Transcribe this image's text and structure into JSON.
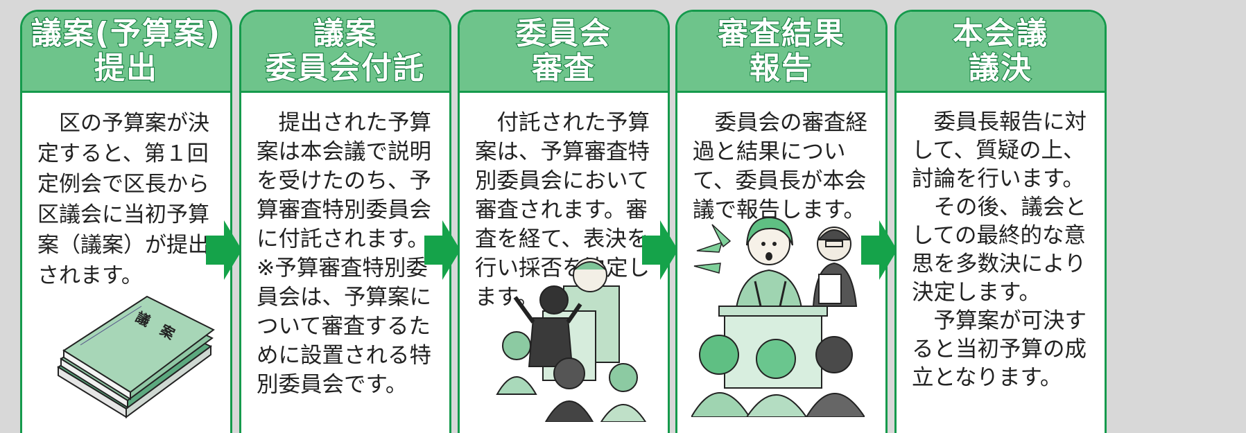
{
  "colors": {
    "accent": "#159a4c",
    "header_fill": "#6ec48b",
    "background": "#d8d8d8"
  },
  "steps": [
    {
      "title_lines": [
        "議案(予算案)",
        "提出"
      ],
      "body": [
        "区の予算案が決定すると、第１回定例会で区長から区議会に当初予算案（議案）が提出されます。"
      ],
      "illustration": "bill-document-stack",
      "illustration_text": "議　案"
    },
    {
      "title_lines": [
        "議案",
        "委員会付託"
      ],
      "body": [
        "提出された予算案は本会議で説明を受けたのち、予算審査特別委員会に付託されます。",
        "※予算審査特別委員会は、予算案について審査するために設置される特別委員会です。"
      ]
    },
    {
      "title_lines": [
        "委員会",
        "審査"
      ],
      "body": [
        "付託された予算案は、予算審査特別委員会において審査されます。審査を経て、表決を行い採否を決定します。"
      ],
      "illustration": "committee-meeting"
    },
    {
      "title_lines": [
        "審査結果",
        "報告"
      ],
      "body": [
        "委員会の審査経過と結果について、委員長が本会議で報告します。"
      ],
      "illustration": "chairperson-report"
    },
    {
      "title_lines": [
        "本会議",
        "議決"
      ],
      "body": [
        "委員長報告に対して、質疑の上、討論を行います。",
        "その後、議会としての最終的な意思を多数決により決定します。",
        "予算案が可決すると当初予算の成立となります。"
      ]
    }
  ],
  "icons": {
    "flow_arrow": "right-arrow-icon"
  }
}
